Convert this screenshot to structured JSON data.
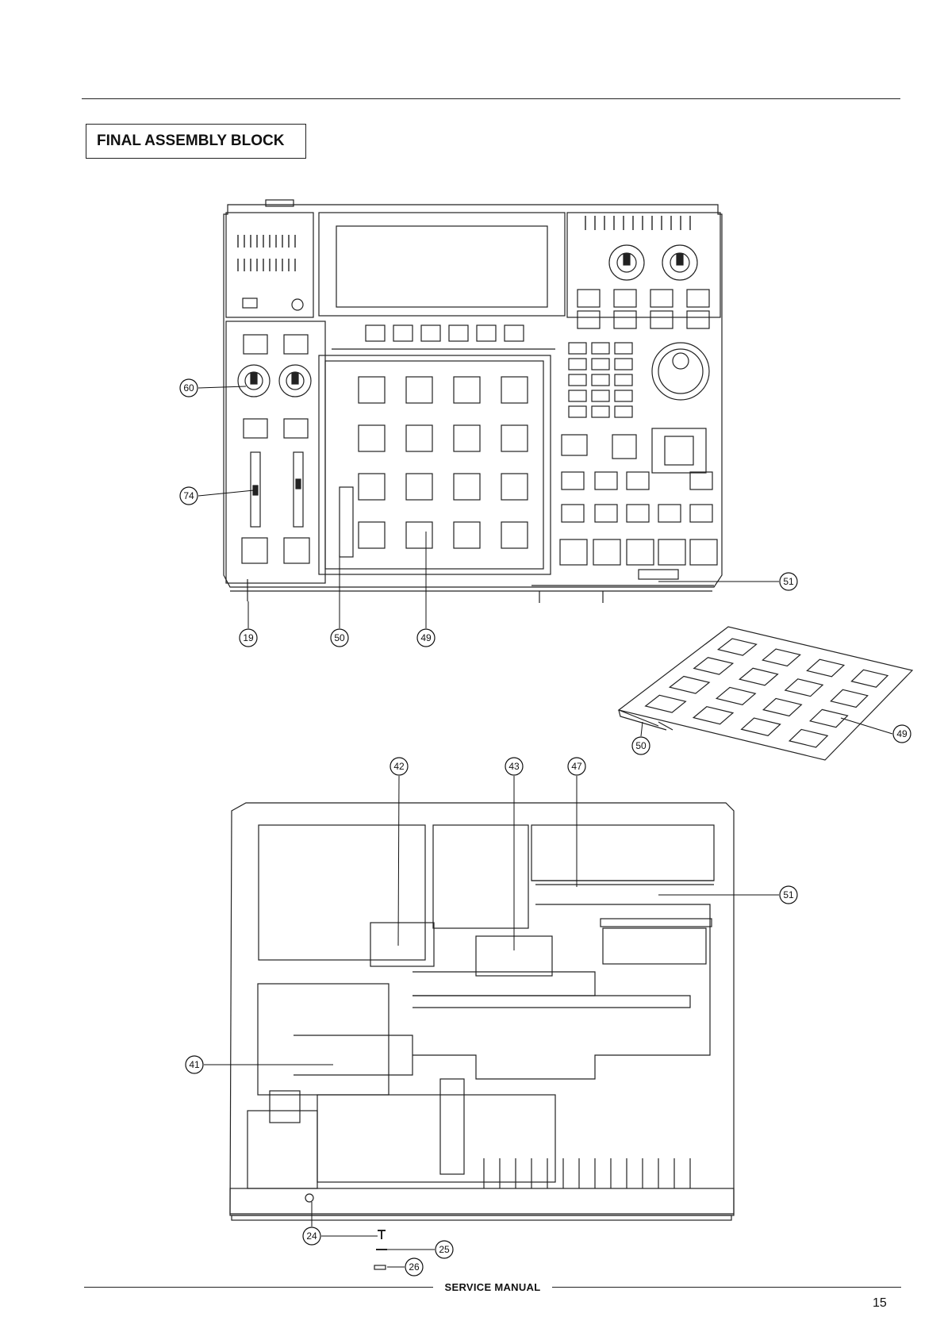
{
  "title": "FINAL ASSEMBLY BLOCK",
  "footer": {
    "label": "SERVICE MANUAL",
    "page_number": "15"
  },
  "callouts": {
    "c60": "60",
    "c74": "74",
    "c19": "19",
    "c50a": "50",
    "c49a": "49",
    "c51a": "51",
    "c50b": "50",
    "c49b": "49",
    "c42": "42",
    "c43": "43",
    "c47": "47",
    "c51b": "51",
    "c41": "41",
    "c24": "24",
    "c25": "25",
    "c26": "26"
  }
}
